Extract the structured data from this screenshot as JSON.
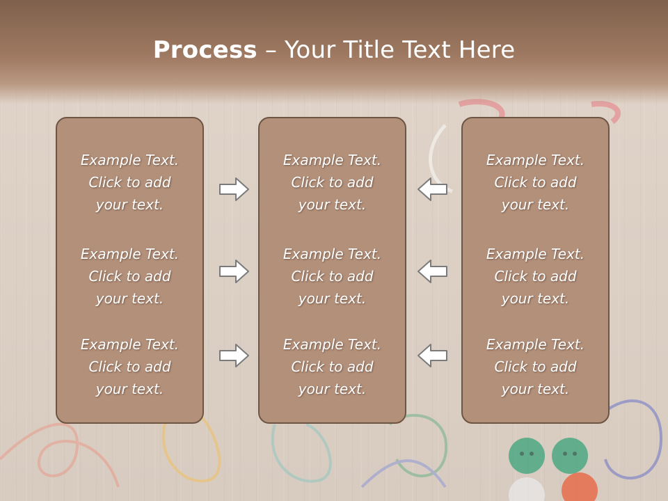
{
  "title": {
    "bold": "Process",
    "rest": " – Your Title Text Here"
  },
  "panels": [
    {
      "blocks": [
        {
          "line1": "Example Text.",
          "line2": "Click  to add",
          "line3": "your text."
        },
        {
          "line1": "Example Text.",
          "line2": "Click  to add",
          "line3": "your text."
        },
        {
          "line1": "Example Text.",
          "line2": "Click  to add",
          "line3": "your text."
        }
      ]
    },
    {
      "blocks": [
        {
          "line1": "Example Text.",
          "line2": "Click  to add",
          "line3": "your text."
        },
        {
          "line1": "Example Text.",
          "line2": "Click  to add",
          "line3": "your text."
        },
        {
          "line1": "Example Text.",
          "line2": "Click  to add",
          "line3": "your text."
        }
      ]
    },
    {
      "blocks": [
        {
          "line1": "Example Text.",
          "line2": "Click  to add",
          "line3": "your text."
        },
        {
          "line1": "Example Text.",
          "line2": "Click  to add",
          "line3": "your text."
        },
        {
          "line1": "Example Text.",
          "line2": "Click  to add",
          "line3": "your text."
        }
      ]
    }
  ],
  "arrows": {
    "left_column": "right-arrow-icon",
    "right_column": "left-arrow-icon"
  },
  "colors": {
    "panel_fill": "#b3907a",
    "panel_border": "#6e5443",
    "title_bar": "#8c6a54",
    "text": "#ffffff"
  }
}
